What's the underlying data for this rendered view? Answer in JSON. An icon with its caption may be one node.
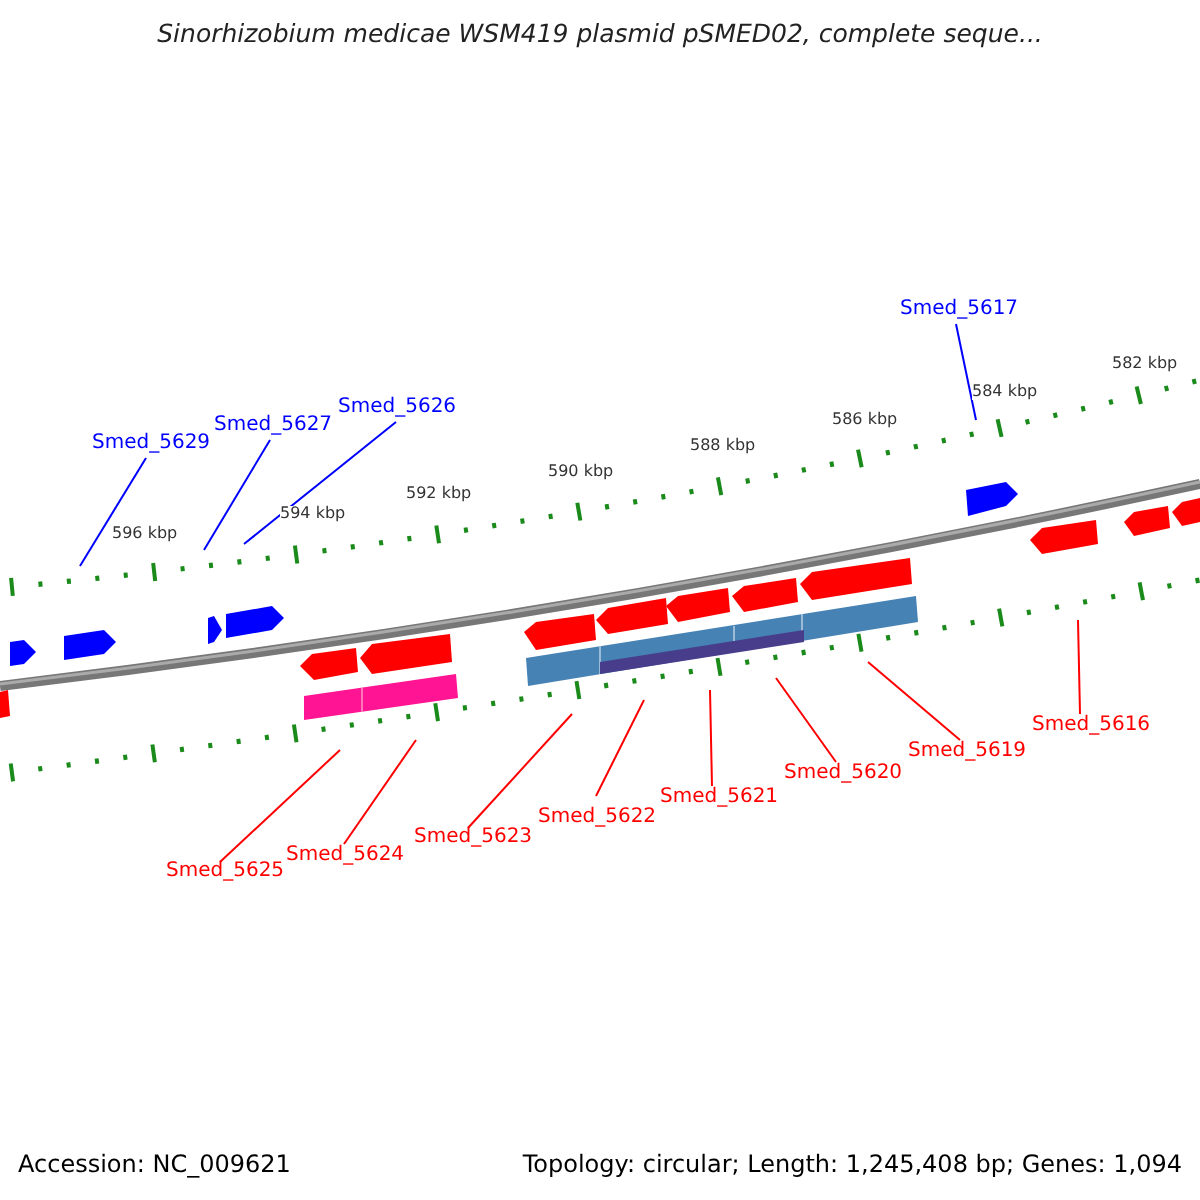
{
  "diagram": {
    "title": "Sinorhizobium medicae WSM419 plasmid pSMED02, complete seque...",
    "nodes": [
      {
        "text": [
          "Smed_5617"
        ]
      },
      {
        "text": [
          "Smed_5626"
        ]
      },
      {
        "text": [
          "Smed_5627"
        ]
      },
      {
        "text": [
          "Smed_5629"
        ]
      },
      {
        "text": [
          "Smed_5616"
        ]
      },
      {
        "text": [
          "Smed_5619"
        ]
      },
      {
        "text": [
          "Smed_5620"
        ]
      },
      {
        "text": [
          "Smed_5621"
        ]
      },
      {
        "text": [
          "Smed_5622"
        ]
      },
      {
        "text": [
          "Smed_5623"
        ]
      },
      {
        "text": [
          "Smed_5624"
        ]
      },
      {
        "text": [
          "Smed_5625"
        ]
      }
    ],
    "edges": [
      {
        "from": 0,
        "to": null,
        "arrow": "none",
        "color": "#0000ff"
      },
      {
        "from": 1,
        "to": null,
        "arrow": "none",
        "color": "#0000ff"
      },
      {
        "from": 2,
        "to": null,
        "arrow": "none",
        "color": "#0000ff"
      },
      {
        "from": 3,
        "to": null,
        "arrow": "none",
        "color": "#0000ff"
      },
      {
        "from": 4,
        "to": null,
        "arrow": "none",
        "color": "#ff0000"
      },
      {
        "from": 5,
        "to": null,
        "arrow": "none",
        "color": "#ff0000"
      },
      {
        "from": 6,
        "to": null,
        "arrow": "none",
        "color": "#ff0000"
      },
      {
        "from": 7,
        "to": null,
        "arrow": "none",
        "color": "#ff0000"
      },
      {
        "from": 8,
        "to": null,
        "arrow": "none",
        "color": "#ff0000"
      },
      {
        "from": 9,
        "to": null,
        "arrow": "none",
        "color": "#ff0000"
      },
      {
        "from": 10,
        "to": null,
        "arrow": "none",
        "color": "#ff0000"
      },
      {
        "from": 11,
        "to": null,
        "arrow": "none",
        "color": "#ff0000"
      }
    ],
    "labels": [
      "582 kbp",
      "584 kbp",
      "586 kbp",
      "588 kbp",
      "590 kbp",
      "592 kbp",
      "594 kbp",
      "596 kbp",
      "Accession: NC_009621",
      "Topology: circular; Length: 1,245,408 bp; Genes: 1,094"
    ]
  }
}
